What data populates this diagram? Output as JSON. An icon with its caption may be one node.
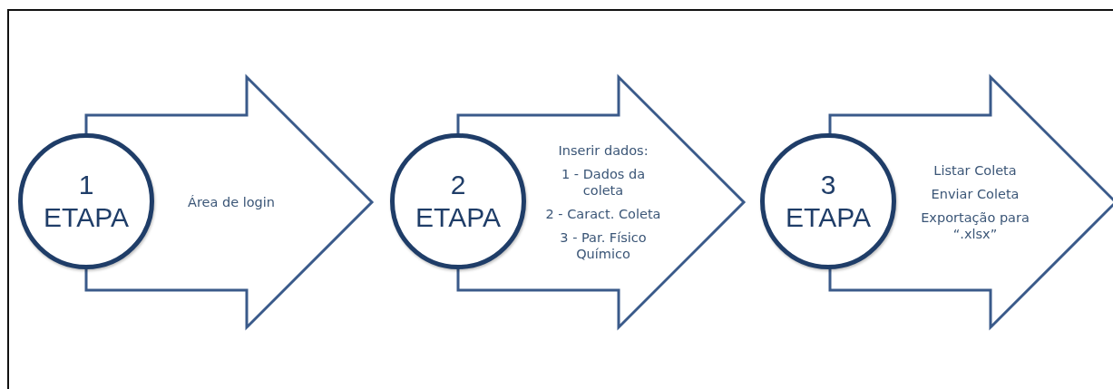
{
  "diagram": {
    "nodes": [
      {
        "text": [
          "Área de login"
        ]
      },
      {
        "text": [
          "1",
          "ETAPA"
        ]
      },
      {
        "text": [
          "Inserir dados:",
          "1 - Dados da coleta",
          "2 - Caract. Coleta",
          "3 - Par. Físico Químico"
        ]
      },
      {
        "text": [
          "2",
          "ETAPA"
        ]
      },
      {
        "text": [
          "Listar Coleta",
          "Enviar Coleta",
          "Exportação para “.xlsx”"
        ]
      },
      {
        "text": [
          "3",
          "ETAPA"
        ]
      }
    ]
  }
}
